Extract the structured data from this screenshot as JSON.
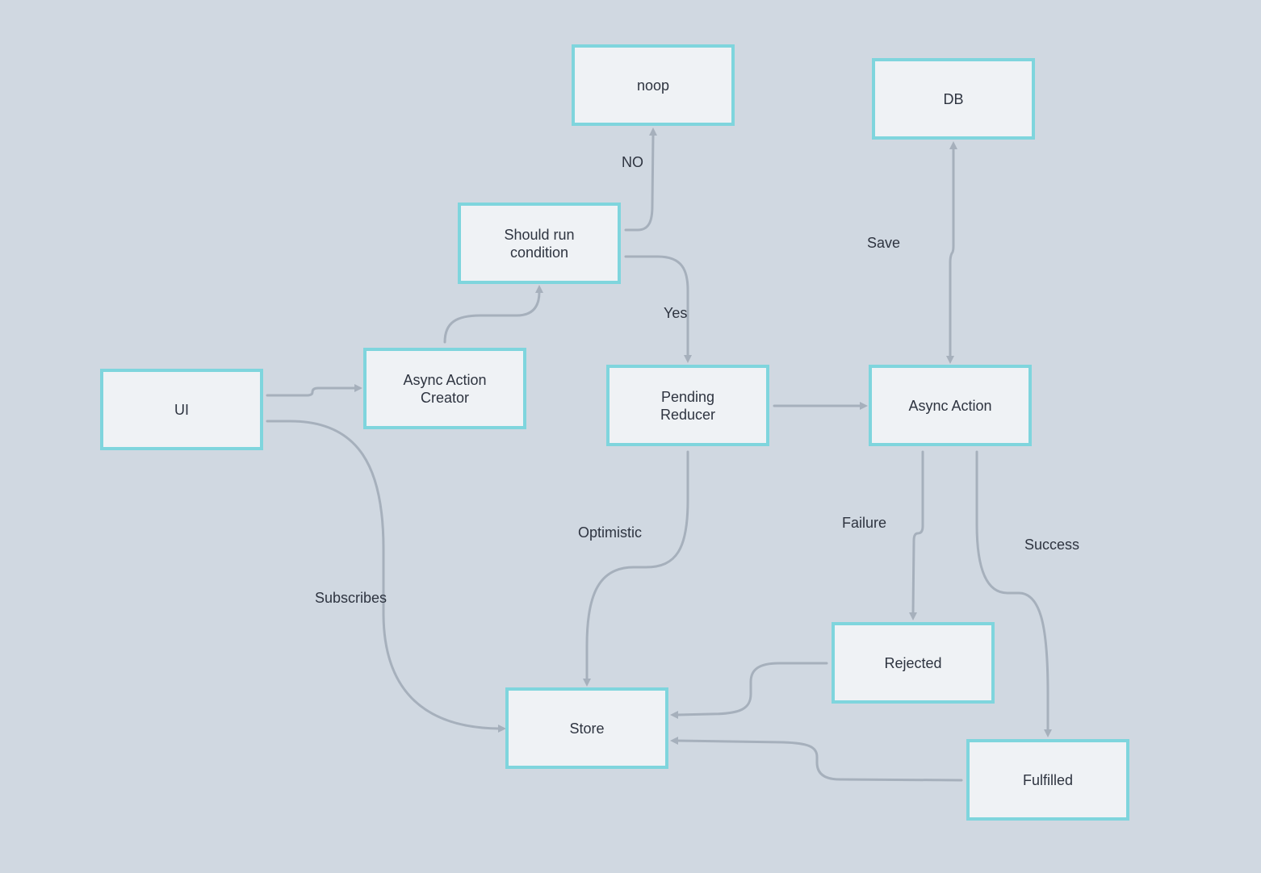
{
  "nodes": {
    "ui": "UI",
    "async_action_creator": "Async Action\nCreator",
    "should_run": "Should run\ncondition",
    "noop": "noop",
    "pending_reducer": "Pending\nReducer",
    "async_action": "Async Action",
    "db": "DB",
    "rejected": "Rejected",
    "fulfilled": "Fulfilled",
    "store": "Store"
  },
  "edges": {
    "no": "NO",
    "yes": "Yes",
    "save": "Save",
    "optimistic": "Optimistic",
    "subscribes": "Subscribes",
    "failure": "Failure",
    "success": "Success"
  },
  "colors": {
    "background": "#d0d8e1",
    "node_fill": "#eff2f5",
    "node_border": "#7fd5dd",
    "edge": "#a6b0bc",
    "text": "#2e3440"
  }
}
